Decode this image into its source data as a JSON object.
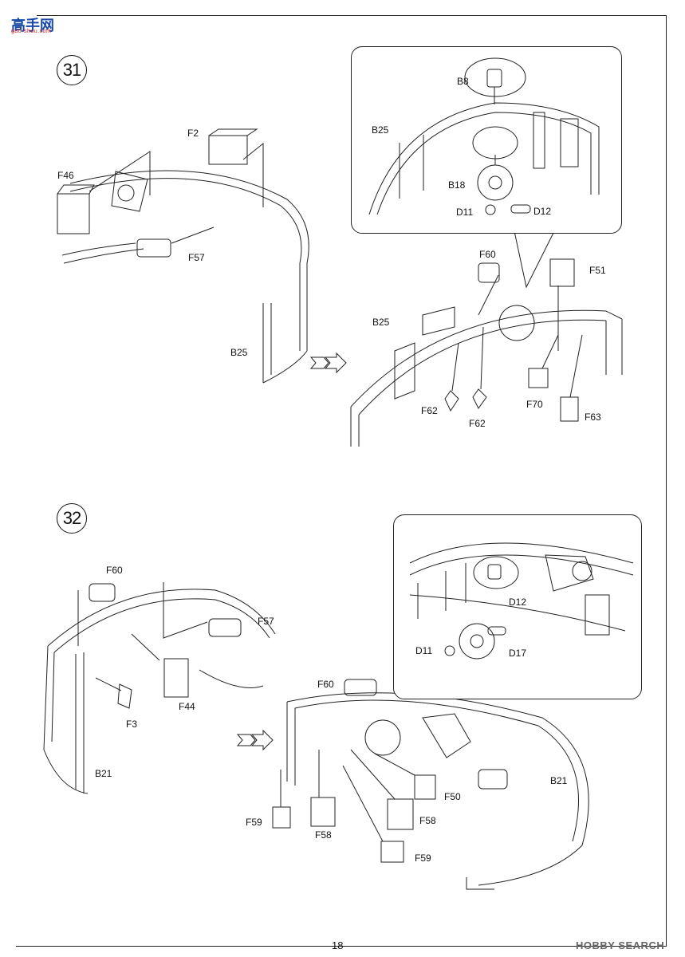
{
  "logo": {
    "brand": "高手网",
    "site": "gao-shou.com"
  },
  "footer": {
    "page_number": "18",
    "watermark": "HOBBY SEARCH"
  },
  "steps": [
    {
      "number": "31",
      "labels": {
        "F2": "F2",
        "F46": "F46",
        "F57": "F57",
        "B25": "B25",
        "F60": "F60",
        "F51": "F51",
        "B25b": "B25",
        "F62a": "F62",
        "F62b": "F62",
        "F70": "F70",
        "F63": "F63"
      },
      "callout_labels": {
        "B8": "B8",
        "B25": "B25",
        "B18": "B18",
        "D11": "D11",
        "D12": "D12"
      }
    },
    {
      "number": "32",
      "labels": {
        "F60": "F60",
        "F57": "F57",
        "F44": "F44",
        "F3": "F3",
        "B21": "B21",
        "F60b": "F60",
        "F50": "F50",
        "B21b": "B21",
        "F59a": "F59",
        "F58a": "F58",
        "F58b": "F58",
        "F59b": "F59"
      },
      "callout_labels": {
        "D12": "D12",
        "D11": "D11",
        "D17": "D17"
      }
    }
  ]
}
